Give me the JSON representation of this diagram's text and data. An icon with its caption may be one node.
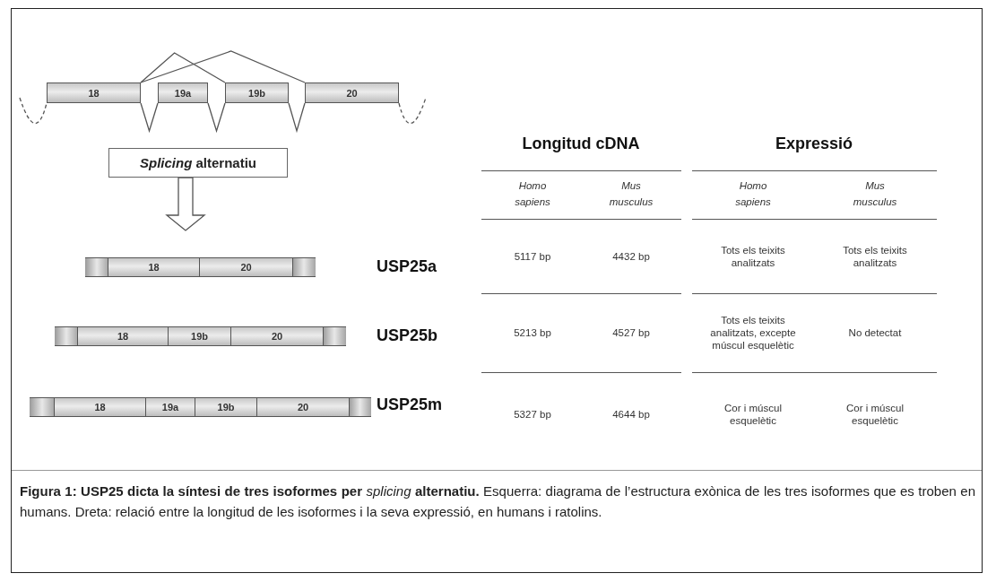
{
  "diagram": {
    "caption": "**Figura 1: USP25 dicta la síntesi de tres isoformes per** *splicing* **alternatiu.** Esquerra: diagrama de l’estructura exònica de les tres isoformes que es troben en humans. Dreta: relació entre la longitud de les isoformes i la seva expressió, en humans i ratolins.",
    "nodes": [
      {
        "text": [
          "18"
        ]
      },
      {
        "text": [
          "19a"
        ]
      },
      {
        "text": [
          "19b"
        ]
      },
      {
        "text": [
          "20"
        ]
      },
      {
        "text": [
          "*Splicing* alternatiu"
        ]
      },
      {
        "text": [
          "18"
        ]
      },
      {
        "text": [
          "20"
        ]
      },
      {
        "text": [
          "18"
        ]
      },
      {
        "text": [
          "19b"
        ]
      },
      {
        "text": [
          "20"
        ]
      },
      {
        "text": [
          "18"
        ]
      },
      {
        "text": [
          "19a"
        ]
      },
      {
        "text": [
          "19b"
        ]
      },
      {
        "text": [
          "20"
        ]
      }
    ],
    "edges": [
      {
        "from": 0,
        "to": 2,
        "arrow": "none"
      },
      {
        "from": 0,
        "to": 3,
        "arrow": "none"
      },
      {
        "from": 0,
        "to": 1,
        "arrow": "none"
      },
      {
        "from": 1,
        "to": 2,
        "arrow": "none"
      },
      {
        "from": 2,
        "to": 3,
        "arrow": "none"
      },
      {
        "from": null,
        "to": 0,
        "arrow": "none",
        "style": "dashed"
      },
      {
        "from": 3,
        "to": null,
        "arrow": "none",
        "style": "dashed"
      },
      {
        "from": 4,
        "to": null,
        "arrow": "to"
      }
    ],
    "labels": [
      "Longitud cDNA",
      "Expressió",
      "Homo sapiens",
      "Mus musculus",
      "Homo sapiens",
      "Mus musculus",
      "USP25a",
      "5117 bp",
      "4432 bp",
      "Tots els teixits analitzats",
      "Tots els teixits analitzats",
      "USP25b",
      "5213 bp",
      "4527 bp",
      "Tots els teixits analitzats, excepte múscul esquelètic",
      "No detectat",
      "USP25m",
      "5327 bp",
      "4644 bp",
      "Cor i múscul esquelètic",
      "Cor i múscul esquelètic"
    ]
  }
}
